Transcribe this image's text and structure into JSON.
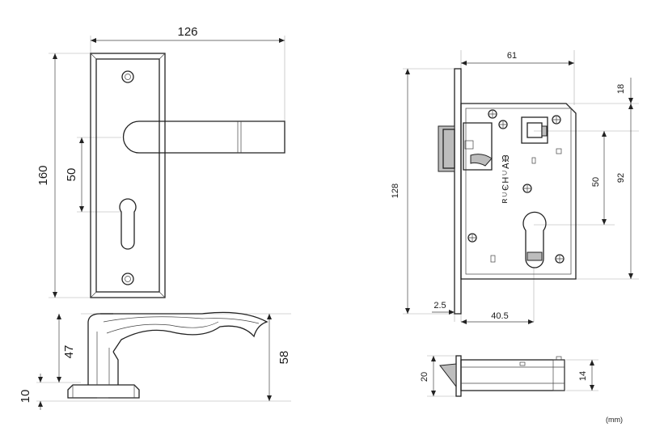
{
  "dimensions": {
    "handle_width": "126",
    "plate_height": "160",
    "handle_to_cylinder": "50",
    "handle_projection": "47",
    "rose_thickness": "10",
    "total_projection": "58",
    "backset": "61",
    "faceplate_height": "128",
    "top_offset": "18",
    "lock_centers": "50",
    "case_height": "92",
    "faceplate_thickness": "2.5",
    "case_depth": "40.5",
    "case_width": "20",
    "case_thickness": "14"
  },
  "engraving": "ᙠ∀∩HЭ∩ᴚ",
  "unit_note": "(mm)",
  "colors": {
    "line": "#222222",
    "guide": "#aaaaaa",
    "fill": "#bdbdbd"
  }
}
